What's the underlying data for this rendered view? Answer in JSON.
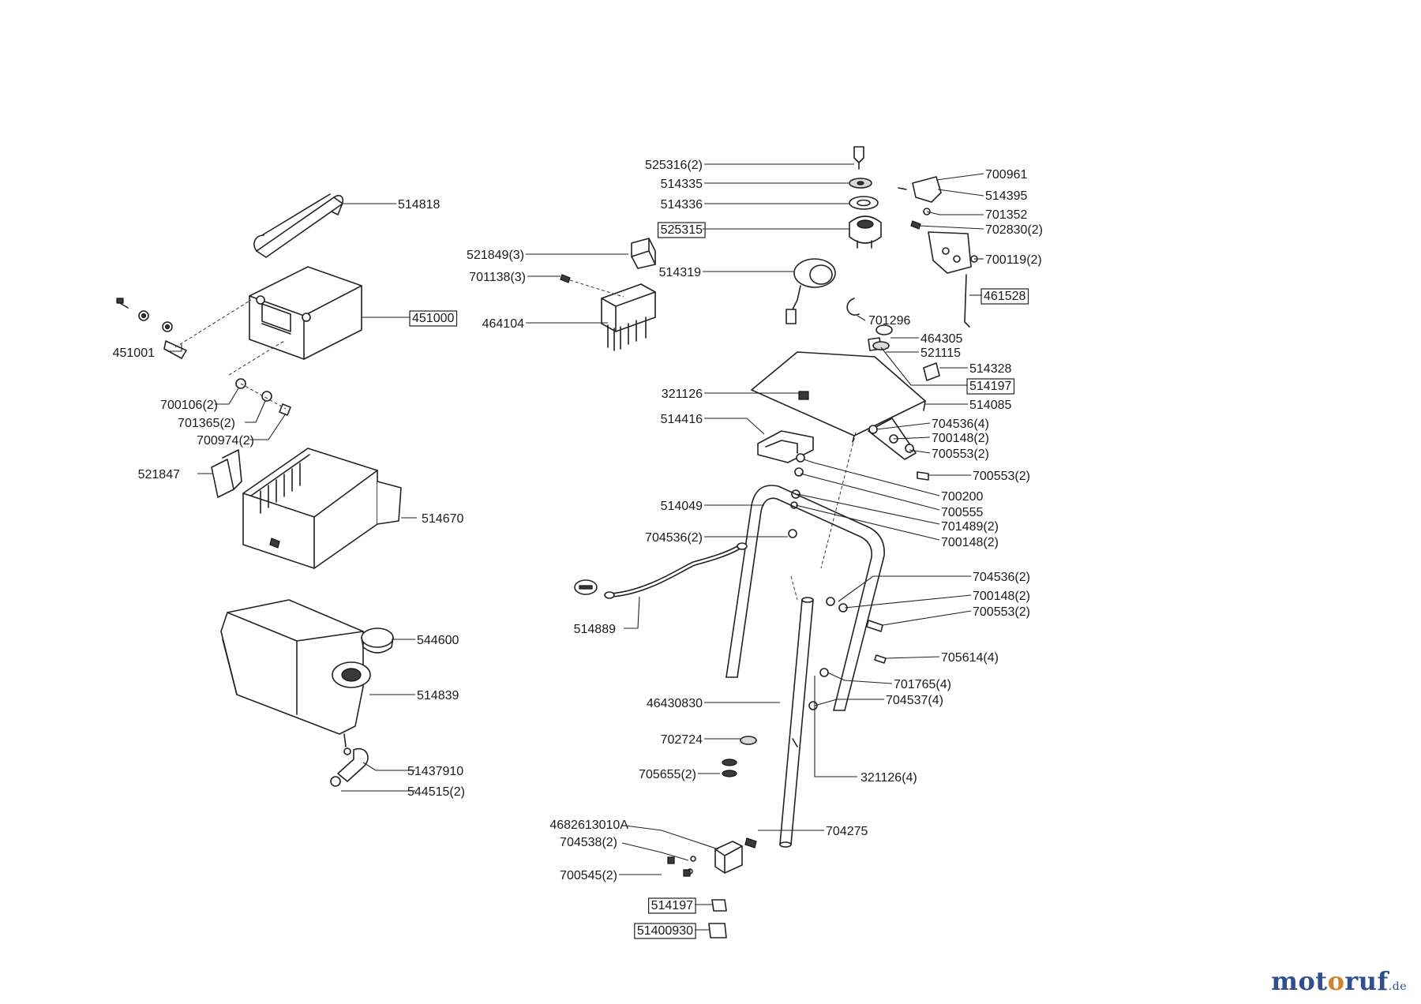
{
  "labels": [
    {
      "id": "514818",
      "text": "514818",
      "boxed": false
    },
    {
      "id": "451000",
      "text": "451000",
      "boxed": true
    },
    {
      "id": "451001",
      "text": "451001",
      "boxed": false
    },
    {
      "id": "700106",
      "text": "700106(2)",
      "boxed": false
    },
    {
      "id": "701365",
      "text": "701365(2)",
      "boxed": false
    },
    {
      "id": "700974",
      "text": "700974(2)",
      "boxed": false
    },
    {
      "id": "521847",
      "text": "521847",
      "boxed": false
    },
    {
      "id": "514670",
      "text": "514670",
      "boxed": false
    },
    {
      "id": "544600",
      "text": "544600",
      "boxed": false
    },
    {
      "id": "514839",
      "text": "514839",
      "boxed": false
    },
    {
      "id": "51437910",
      "text": "51437910",
      "boxed": false
    },
    {
      "id": "544515",
      "text": "544515(2)",
      "boxed": false
    },
    {
      "id": "525316",
      "text": "525316(2)",
      "boxed": false
    },
    {
      "id": "514335",
      "text": "514335",
      "boxed": false
    },
    {
      "id": "514336",
      "text": "514336",
      "boxed": false
    },
    {
      "id": "525315",
      "text": "525315",
      "boxed": true
    },
    {
      "id": "521849",
      "text": "521849(3)",
      "boxed": false
    },
    {
      "id": "701138",
      "text": "701138(3)",
      "boxed": false
    },
    {
      "id": "514319",
      "text": "514319",
      "boxed": false
    },
    {
      "id": "464104",
      "text": "464104",
      "boxed": false
    },
    {
      "id": "701296",
      "text": "701296",
      "boxed": false
    },
    {
      "id": "700961",
      "text": "700961",
      "boxed": false
    },
    {
      "id": "514395",
      "text": "514395",
      "boxed": false
    },
    {
      "id": "701352",
      "text": "701352",
      "boxed": false
    },
    {
      "id": "702830",
      "text": "702830(2)",
      "boxed": false
    },
    {
      "id": "700119",
      "text": "700119(2)",
      "boxed": false
    },
    {
      "id": "461528",
      "text": "461528",
      "boxed": true
    },
    {
      "id": "464305",
      "text": "464305",
      "boxed": false
    },
    {
      "id": "521115",
      "text": "521115",
      "boxed": false
    },
    {
      "id": "514328",
      "text": "514328",
      "boxed": false
    },
    {
      "id": "514197a",
      "text": "514197",
      "boxed": true
    },
    {
      "id": "514085",
      "text": "514085",
      "boxed": false
    },
    {
      "id": "321126",
      "text": "321126",
      "boxed": false
    },
    {
      "id": "514416",
      "text": "514416",
      "boxed": false
    },
    {
      "id": "704536a",
      "text": "704536(4)",
      "boxed": false
    },
    {
      "id": "700148a",
      "text": "700148(2)",
      "boxed": false
    },
    {
      "id": "700553a",
      "text": "700553(2)",
      "boxed": false
    },
    {
      "id": "700553b",
      "text": "700553(2)",
      "boxed": false
    },
    {
      "id": "700200",
      "text": "700200",
      "boxed": false
    },
    {
      "id": "700555",
      "text": "700555",
      "boxed": false
    },
    {
      "id": "701489",
      "text": "701489(2)",
      "boxed": false
    },
    {
      "id": "700148b",
      "text": "700148(2)",
      "boxed": false
    },
    {
      "id": "514049",
      "text": "514049",
      "boxed": false
    },
    {
      "id": "704536b",
      "text": "704536(2)",
      "boxed": false
    },
    {
      "id": "704536c",
      "text": "704536(2)",
      "boxed": false
    },
    {
      "id": "700148c",
      "text": "700148(2)",
      "boxed": false
    },
    {
      "id": "700553c",
      "text": "700553(2)",
      "boxed": false
    },
    {
      "id": "514889",
      "text": "514889",
      "boxed": false
    },
    {
      "id": "705614",
      "text": "705614(4)",
      "boxed": false
    },
    {
      "id": "701765",
      "text": "701765(4)",
      "boxed": false
    },
    {
      "id": "704537",
      "text": "704537(4)",
      "boxed": false
    },
    {
      "id": "46430830",
      "text": "46430830",
      "boxed": false
    },
    {
      "id": "702724",
      "text": "702724",
      "boxed": false
    },
    {
      "id": "705655",
      "text": "705655(2)",
      "boxed": false
    },
    {
      "id": "321126b",
      "text": "321126(4)",
      "boxed": false
    },
    {
      "id": "4682613010A",
      "text": "4682613010A",
      "boxed": false
    },
    {
      "id": "704538",
      "text": "704538(2)",
      "boxed": false
    },
    {
      "id": "704275",
      "text": "704275",
      "boxed": false
    },
    {
      "id": "700545",
      "text": "700545(2)",
      "boxed": false
    },
    {
      "id": "514197b",
      "text": "514197",
      "boxed": true
    },
    {
      "id": "51400930",
      "text": "51400930",
      "boxed": true
    }
  ],
  "logo": {
    "part1": "mot",
    "part2": "o",
    "part3": "ruf",
    "tld": ".de"
  }
}
